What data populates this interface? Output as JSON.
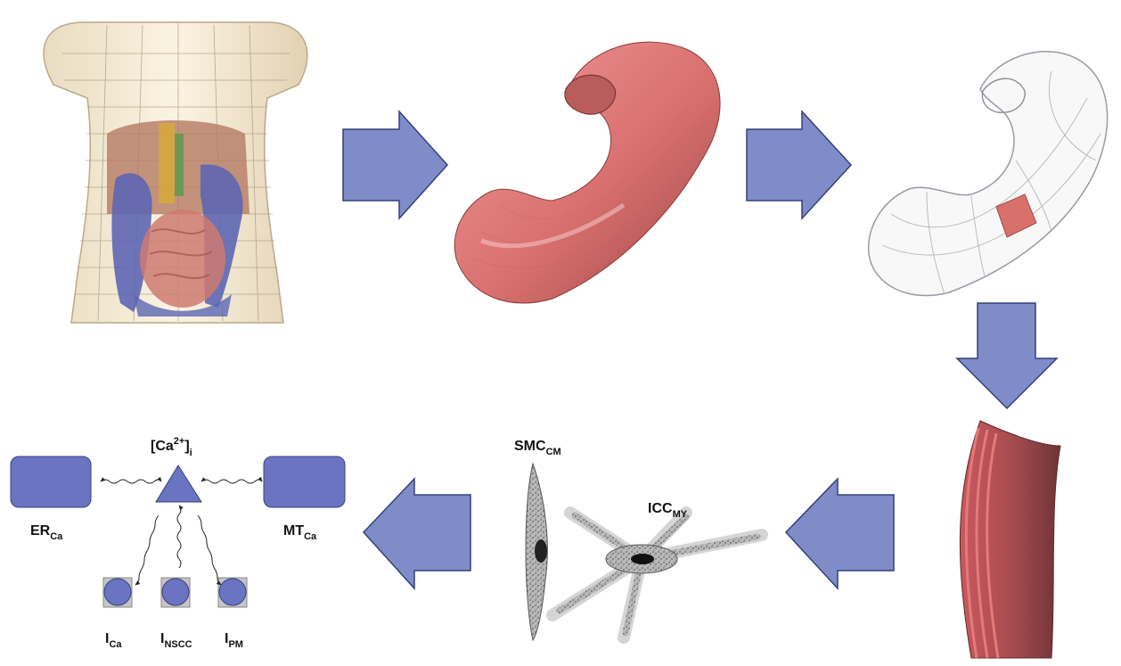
{
  "labels": {
    "ca_i": {
      "main": "[Ca",
      "sup": "2+",
      "close": "]",
      "sub": "i"
    },
    "er_ca": {
      "main": "ER",
      "sub": "Ca"
    },
    "mt_ca": {
      "main": "MT",
      "sub": "Ca"
    },
    "i_ca": {
      "main": "I",
      "sub": "Ca"
    },
    "i_nscc": {
      "main": "I",
      "sub": "NSCC"
    },
    "i_pm": {
      "main": "I",
      "sub": "PM"
    },
    "smc_cm": {
      "main": "SMC",
      "sub": "CM"
    },
    "icc_my": {
      "main": "ICC",
      "sub": "MY"
    }
  },
  "colors": {
    "arrow": "#7f8cc8",
    "arrow_stroke": "#34407a",
    "stomach": "#d9706f",
    "model_blue": "#6a74c0",
    "tissue": "#a94c50"
  }
}
